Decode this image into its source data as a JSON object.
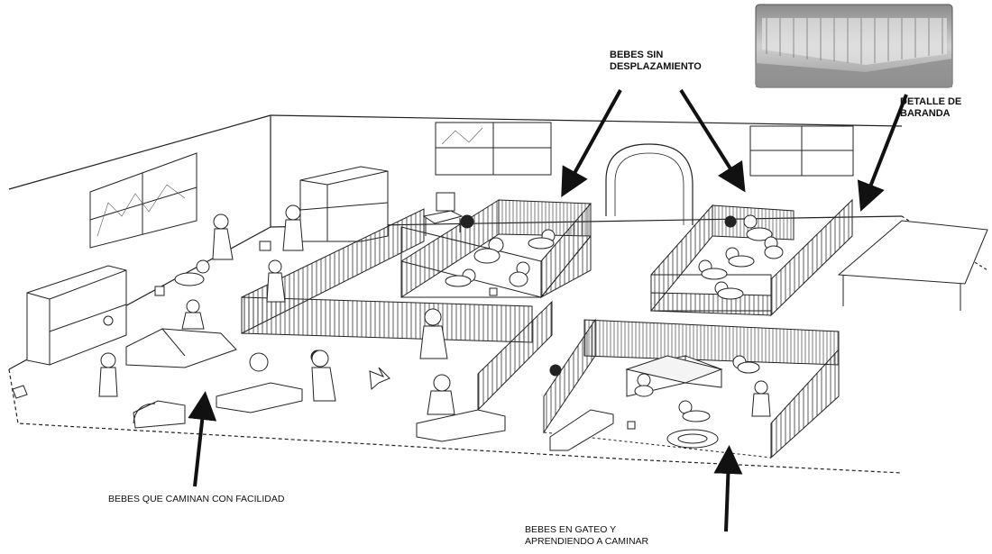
{
  "labels": {
    "static_babies": [
      "BEBES SIN",
      "DESPLAZAMIENTO"
    ],
    "railing_detail": [
      "DETALLE DE",
      "BARANDA"
    ],
    "walking_babies": "BEBES QUE CAMINAN CON FACILIDAD",
    "crawling_babies": [
      "BEBES EN GATEO Y",
      "APRENDIENDO A CAMINAR"
    ]
  },
  "colors": {
    "ink": "#222222",
    "background": "#ffffff",
    "photo_dark": "#6e6e6e",
    "photo_light": "#d9d9d9"
  }
}
